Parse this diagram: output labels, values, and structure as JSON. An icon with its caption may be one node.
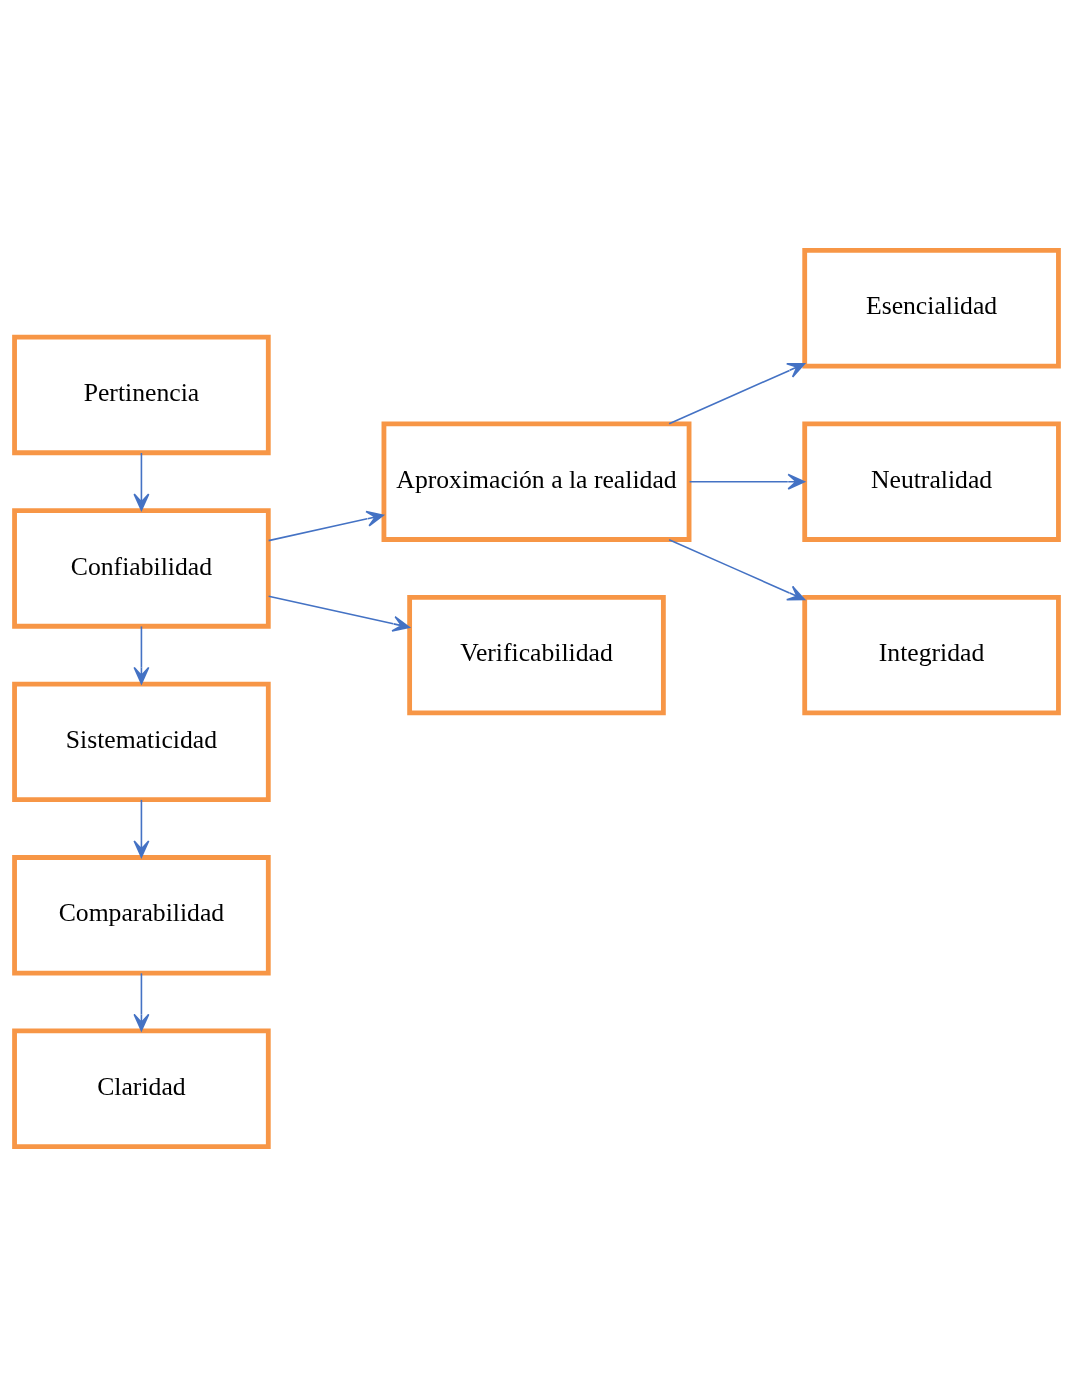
{
  "diagram": {
    "nodes": [
      {
        "text": [
          "Pertinencia"
        ]
      },
      {
        "text": [
          "Confiabilidad"
        ]
      },
      {
        "text": [
          "Aproximación a la realidad"
        ]
      },
      {
        "text": [
          "Esencialidad"
        ]
      },
      {
        "text": [
          "Neutralidad"
        ]
      },
      {
        "text": [
          "Integridad"
        ]
      },
      {
        "text": [
          "Verificabilidad"
        ]
      },
      {
        "text": [
          "Sistematicidad"
        ]
      },
      {
        "text": [
          "Comparabilidad"
        ]
      },
      {
        "text": [
          "Claridad"
        ]
      }
    ],
    "edges": [
      {
        "from": 0,
        "to": 1,
        "arrow": "to"
      },
      {
        "from": 1,
        "to": 2,
        "arrow": "to"
      },
      {
        "from": 2,
        "to": 3,
        "arrow": "to"
      },
      {
        "from": 2,
        "to": 4,
        "arrow": "to"
      },
      {
        "from": 2,
        "to": 5,
        "arrow": "to"
      },
      {
        "from": 1,
        "to": 6,
        "arrow": "to"
      },
      {
        "from": 1,
        "to": 7,
        "arrow": "to"
      },
      {
        "from": 7,
        "to": 8,
        "arrow": "to"
      },
      {
        "from": 8,
        "to": 9,
        "arrow": "to"
      }
    ]
  }
}
